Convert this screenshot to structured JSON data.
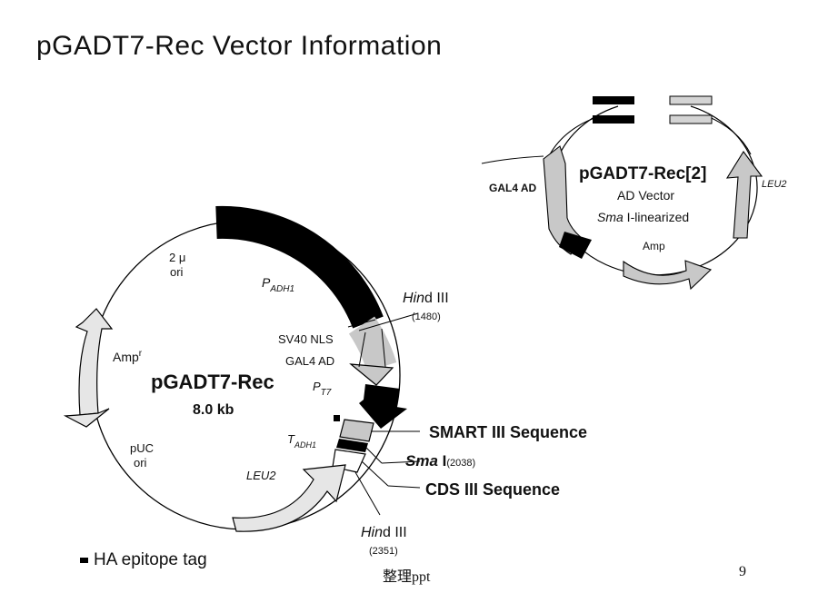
{
  "slide": {
    "title": "pGADT7-Rec Vector Information",
    "footer_center": "整理ppt",
    "page_number": "9",
    "legend_label": "HA epitope tag"
  },
  "main_map": {
    "name": "pGADT7-Rec",
    "size": "8.0 kb",
    "labels": {
      "two_micron": "2 μ",
      "two_micron_ori": "ori",
      "padh1_p": "P",
      "padh1_sub": "ADH1",
      "amp_r": "Amp",
      "amp_sup": "r",
      "puc": "pUC",
      "puc_ori": "ori",
      "leu2": "LEU2",
      "sv40": "SV40 NLS",
      "gal4ad": "GAL4 AD",
      "pt7_p": "P",
      "pt7_sub": "T7",
      "tadh1_t": "T",
      "tadh1_sub": "ADH1",
      "hind1_a": "Hin",
      "hind1_b": "d III",
      "hind1_pos": "(1480)",
      "smart": "SMART III Sequence",
      "sma_a": "Sma",
      "sma_b": " I",
      "sma_pos": "(2038)",
      "cds": "CDS III Sequence",
      "hind2_a": "Hin",
      "hind2_b": "d III",
      "hind2_pos": "(2351)"
    }
  },
  "inset_map": {
    "name": "pGADT7-Rec[2]",
    "line1": "AD Vector",
    "line2_a": "Sma",
    "line2_b": " I-linearized",
    "gal4ad": "GAL4 AD",
    "leu2": "LEU2",
    "amp": "Amp"
  }
}
